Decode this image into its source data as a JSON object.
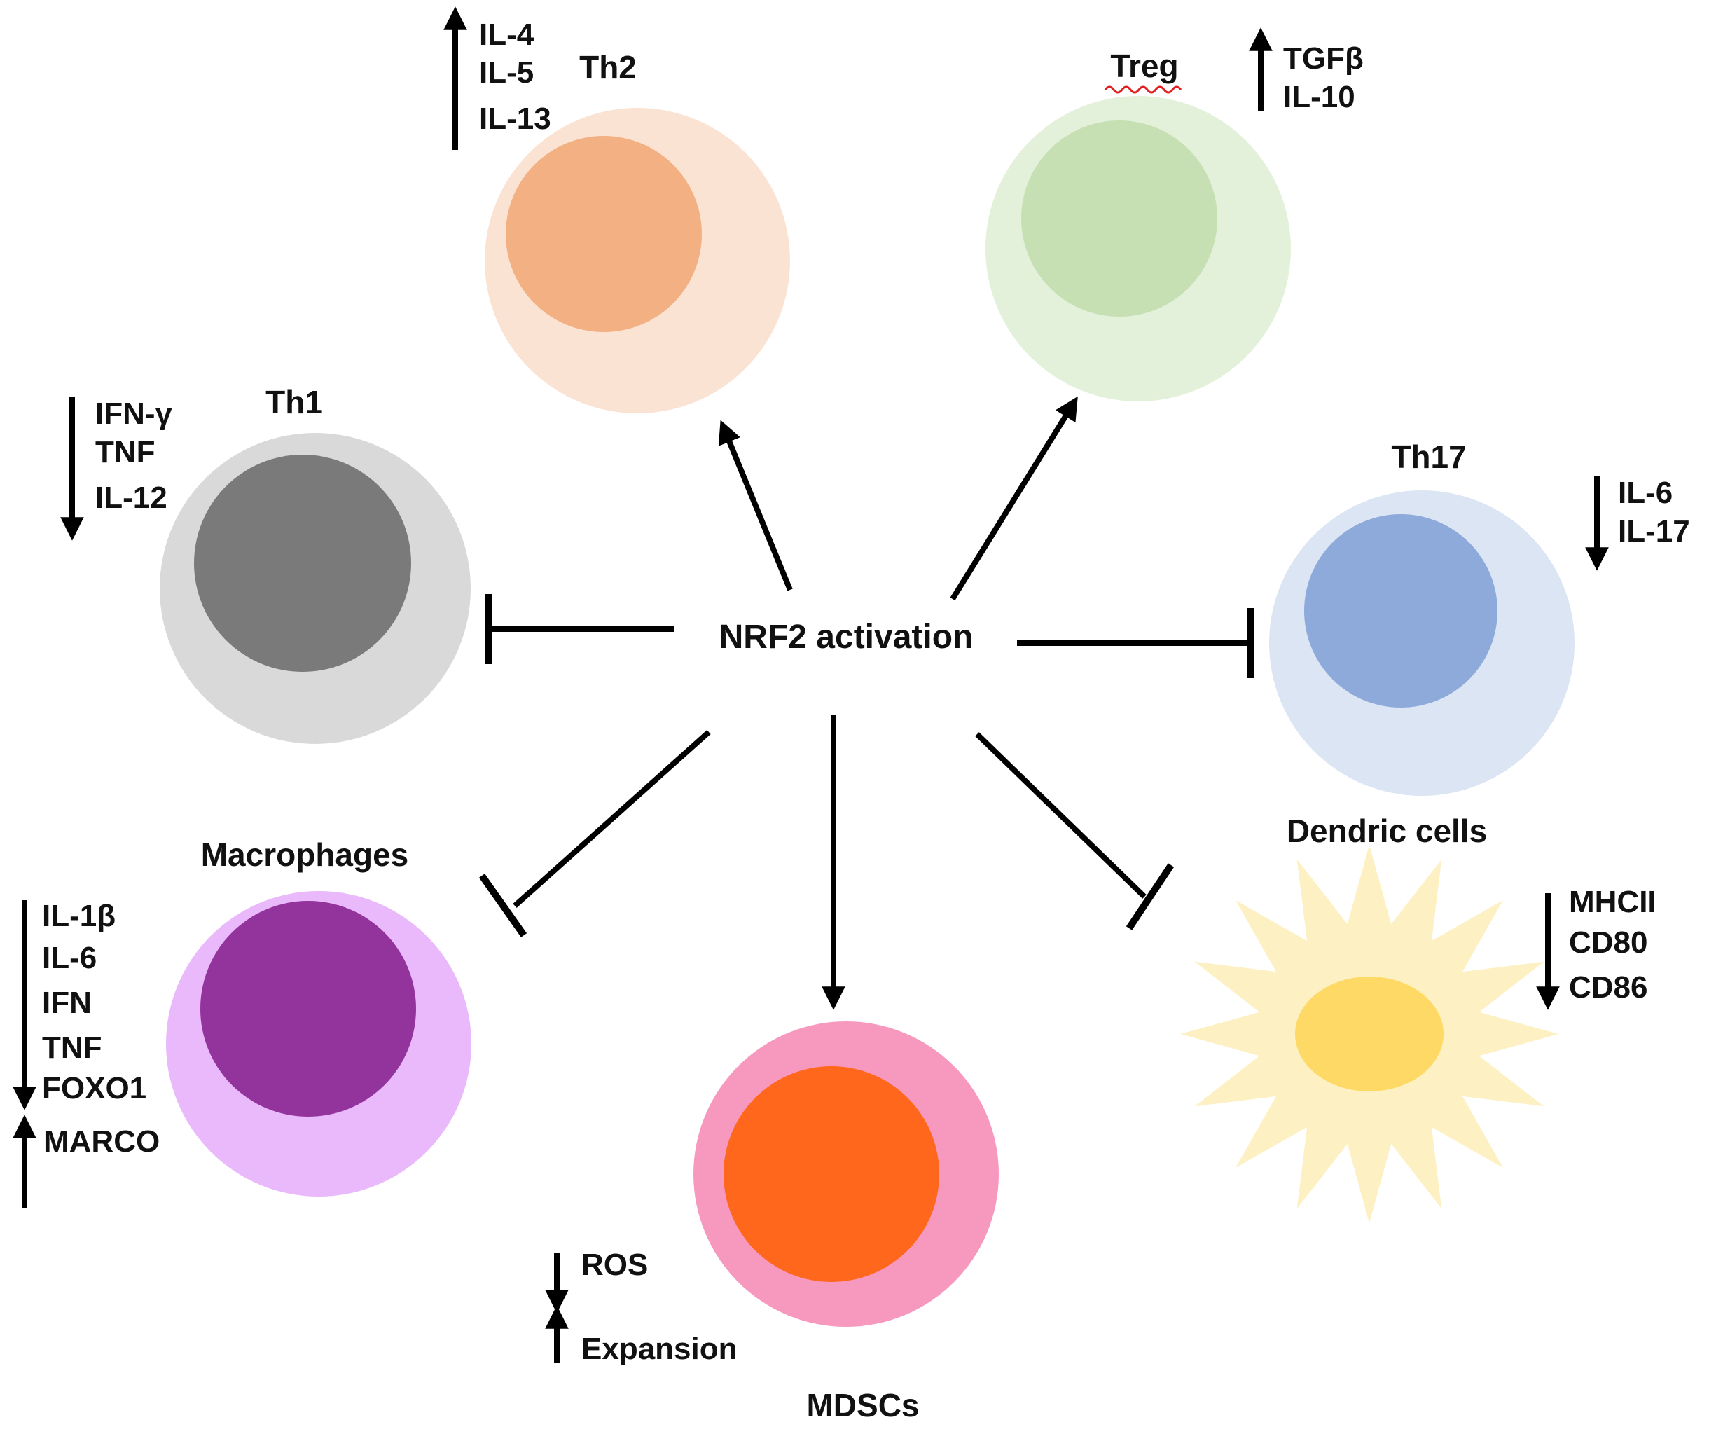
{
  "center": {
    "label": "NRF2 activation"
  },
  "colors": {
    "th2_outer": "#fbe3d4",
    "th2_inner": "#f3b083",
    "treg_outer": "#e3f1da",
    "treg_inner": "#c6e0b4",
    "th1_outer": "#d9d9d9",
    "th1_inner": "#7a7a7a",
    "th17_outer": "#dbe5f3",
    "th17_inner": "#8eaadb",
    "macro_outer": "#e9b9fb",
    "macro_inner": "#93339c",
    "mdsc_outer": "#f799be",
    "mdsc_inner": "#ff671d",
    "dc_outer": "#fdf0c2",
    "dc_inner": "#ffd966",
    "arrow": "#000000",
    "spellcheck_underline": "#e02020"
  },
  "cells": {
    "th2": {
      "label": "Th2",
      "cytokines": [
        "IL-4",
        "IL-5",
        "IL-13"
      ],
      "direction": "up"
    },
    "treg": {
      "label": "Treg",
      "cytokines": [
        "TGFβ",
        "IL-10"
      ],
      "direction": "up"
    },
    "th1": {
      "label": "Th1",
      "cytokines": [
        "IFN-γ",
        "TNF",
        "IL-12"
      ],
      "direction": "down"
    },
    "th17": {
      "label": "Th17",
      "cytokines": [
        "IL-6",
        "IL-17"
      ],
      "direction": "down"
    },
    "macrophages": {
      "label": "Macrophages",
      "down_cytokines": [
        "IL-1β",
        "IL-6",
        "IFN",
        "TNF",
        "FOXO1"
      ],
      "up_cytokines": [
        "MARCO"
      ]
    },
    "mdscs": {
      "label": "MDSCs",
      "down": "ROS",
      "up": "Expansion"
    },
    "dendritic": {
      "label": "Dendric cells",
      "markers": [
        "MHCII",
        "CD80",
        "CD86"
      ],
      "direction": "down"
    }
  },
  "effects": {
    "th2": "activates",
    "treg": "activates",
    "mdscs": "activates",
    "th1": "inhibits",
    "th17": "inhibits",
    "macrophages": "inhibits",
    "dendritic": "inhibits"
  }
}
